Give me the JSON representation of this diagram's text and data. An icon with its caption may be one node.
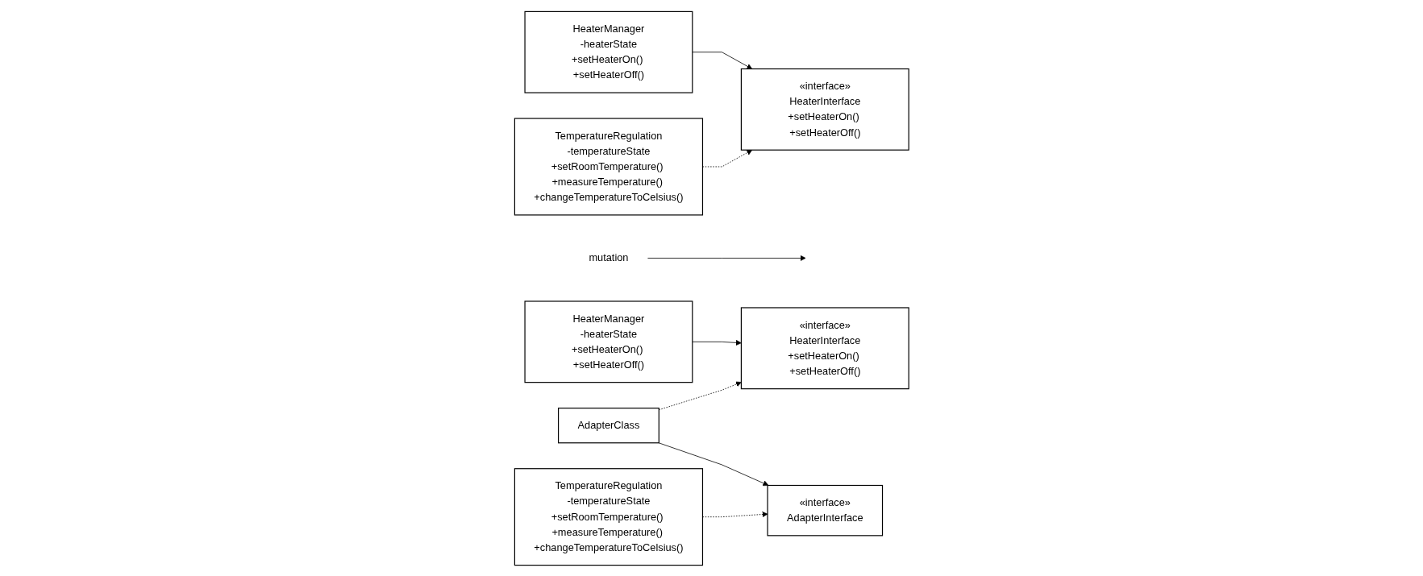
{
  "diagram": {
    "nodes": [
      {
        "text": [
          "HeaterManager",
          "-heaterState",
          "+setHeaterOn() +setHeaterOff()"
        ]
      },
      {
        "text": [
          "«interface»",
          "HeaterInterface",
          "+setHeaterOn() +setHeaterOff()"
        ]
      },
      {
        "text": [
          "TemperatureRegulation",
          "-temperatureState",
          "+setRoomTemperature() +measureTemperature() +changeTemperatureToCelsius()"
        ]
      },
      {
        "text": [
          "mutation"
        ]
      },
      {
        "text": [
          "HeaterManager",
          "-heaterState",
          "+setHeaterOn() +setHeaterOff()"
        ]
      },
      {
        "text": [
          "«interface»",
          "HeaterInterface",
          "+setHeaterOn() +setHeaterOff()"
        ]
      },
      {
        "text": [
          "AdapterClass"
        ]
      },
      {
        "text": [
          "«interface»",
          "AdapterInterface"
        ]
      },
      {
        "text": [
          "TemperatureRegulation",
          "-temperatureState",
          "+setRoomTemperature() +measureTemperature() +changeTemperatureToCelsius()"
        ]
      }
    ],
    "edges": [
      {
        "from": 0,
        "to": 1,
        "arrow": "to"
      },
      {
        "from": 2,
        "to": 1,
        "arrow": "to",
        "style": "dashed"
      },
      {
        "from": 3,
        "to": null,
        "arrow": "to"
      },
      {
        "from": 4,
        "to": 5,
        "arrow": "to"
      },
      {
        "from": 6,
        "to": 5,
        "arrow": "to",
        "style": "dashed"
      },
      {
        "from": 6,
        "to": 7,
        "arrow": "to"
      },
      {
        "from": 8,
        "to": 7,
        "arrow": "to",
        "style": "dashed"
      }
    ]
  }
}
